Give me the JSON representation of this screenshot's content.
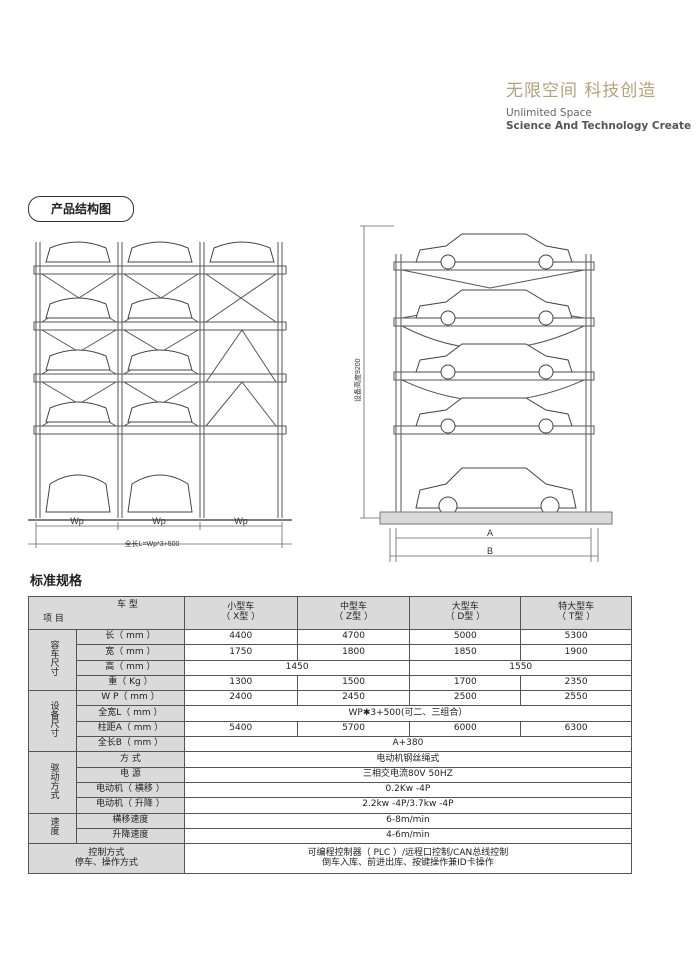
{
  "brand": {
    "cn": "无限空间  科技创造",
    "en_line1": "Unlimited Space",
    "en_line2": "Science And Technology Create"
  },
  "section_structure": "产品结构图",
  "section_spec": "标准规格",
  "drawing": {
    "wp": "Wp",
    "total": "全长L=Wp*3+500",
    "height_label": "设备高度9200",
    "a": "A",
    "b": "B"
  },
  "table": {
    "corner_top": "车 型",
    "corner_bottom": "项 目",
    "types": [
      {
        "l1": "小型车",
        "l2": "（ X型 ）"
      },
      {
        "l1": "中型车",
        "l2": "（ Z型 ）"
      },
      {
        "l1": "大型车",
        "l2": "（ D型 ）"
      },
      {
        "l1": "特大型车",
        "l2": "（ T型 ）"
      }
    ],
    "group_car": "容车尺寸",
    "group_equip": "设备尺寸",
    "group_drive": "驱动方式",
    "group_speed": "速度",
    "length_label": "长（ mm ）",
    "length": [
      "4400",
      "4700",
      "5000",
      "5300"
    ],
    "width_label": "宽（ mm ）",
    "width": [
      "1750",
      "1800",
      "1850",
      "1900"
    ],
    "height_label": "高（ mm ）",
    "height": [
      "1450",
      "1550"
    ],
    "weight_label": "重（ Kg ）",
    "weight": [
      "1300",
      "1500",
      "1700",
      "2350"
    ],
    "wp_label": "W P（ mm ）",
    "wp": [
      "2400",
      "2450",
      "2500",
      "2550"
    ],
    "full_length_label": "全宽L（ mm ）",
    "full_length": "WP✱3+500(可二、三组合）",
    "pillar_label": "柱距A（ mm ）",
    "pillar": [
      "5400",
      "5700",
      "6000",
      "6300"
    ],
    "full_width_label": "全长B（ mm ）",
    "full_width": "A+380",
    "mode_label": "方 式",
    "mode": "电动机钢丝绳式",
    "power_label": "电 源",
    "power": "三相交电流80V   50HZ",
    "motor_h_label": "电动机（ 横移 ）",
    "motor_h": "0.2Kw    -4P",
    "motor_v_label": "电动机（ 升降 ）",
    "motor_v": "2.2kw    -4P/3.7kw    -4P",
    "traverse_label": "横移速度",
    "traverse": "6-8m/min",
    "lift_label": "升降速度",
    "lift": "4-6m/min",
    "control_label1": "控制方式",
    "control_label2": "停车、操作方式",
    "control1": "可编程控制器（ PLC ）/远程口控制/CAN总线控制",
    "control2": "倒车入库、前进出库、按键操作兼ID卡操作"
  }
}
